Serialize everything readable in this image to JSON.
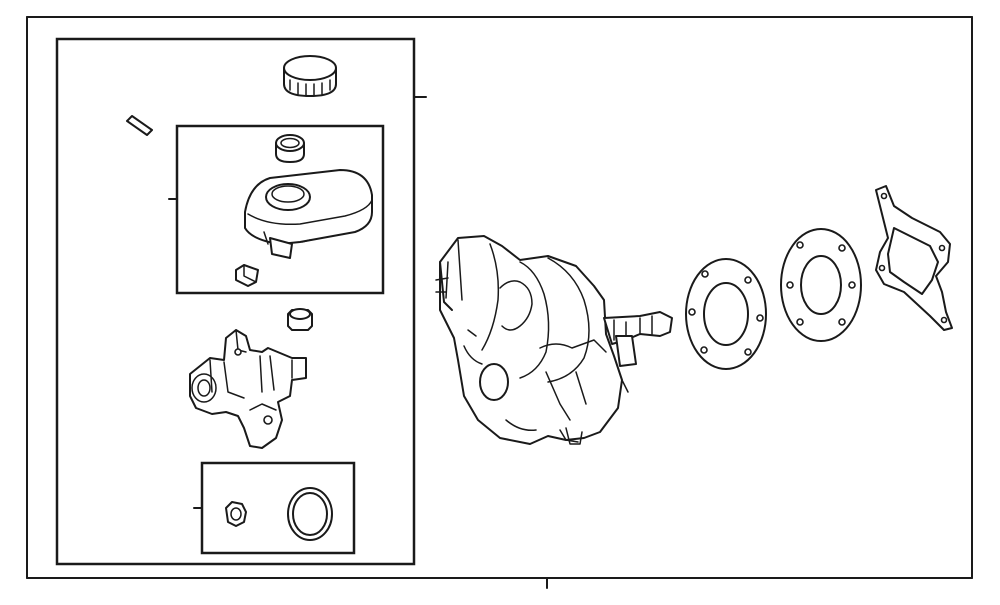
{
  "diagram": {
    "description_visible_text": [],
    "frame_color": "#1a1a1a",
    "background": "#ffffff",
    "icons": [
      "outer-border",
      "kit-box",
      "reservoir-kit-box",
      "seal-kit-box",
      "reservoir-cap-icon",
      "pin-icon",
      "grommet-icon",
      "reservoir-icon",
      "connector-icon",
      "nut-icon",
      "master-cylinder-icon",
      "seal-nut-icon",
      "o-ring-icon",
      "brake-booster-icon",
      "gasket-round-1-icon",
      "gasket-round-2-icon",
      "gasket-square-icon"
    ]
  }
}
